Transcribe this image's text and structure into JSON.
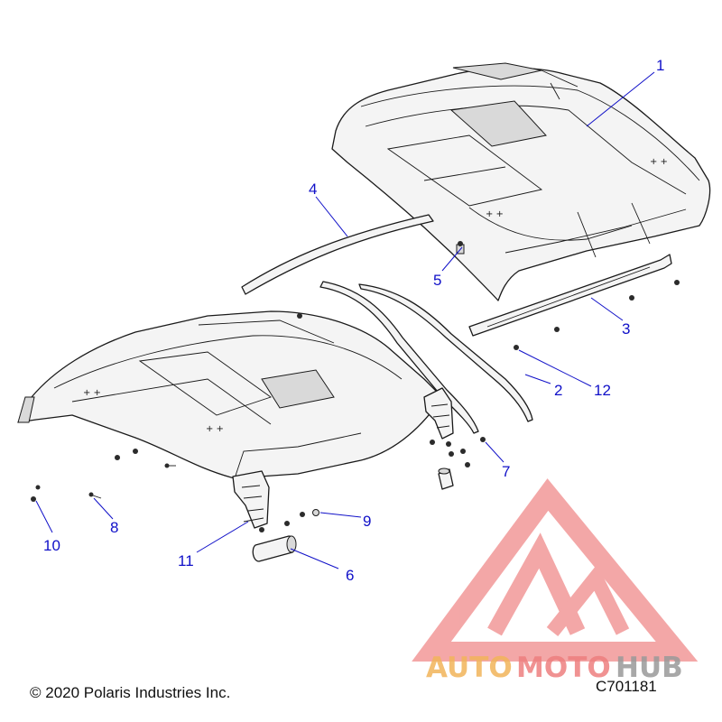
{
  "callouts": [
    {
      "id": "1",
      "label": "1"
    },
    {
      "id": "2",
      "label": "2"
    },
    {
      "id": "3",
      "label": "3"
    },
    {
      "id": "4",
      "label": "4"
    },
    {
      "id": "5",
      "label": "5"
    },
    {
      "id": "6",
      "label": "6"
    },
    {
      "id": "7",
      "label": "7"
    },
    {
      "id": "8",
      "label": "8"
    },
    {
      "id": "9",
      "label": "9"
    },
    {
      "id": "10",
      "label": "10"
    },
    {
      "id": "11",
      "label": "11"
    },
    {
      "id": "12",
      "label": "12"
    }
  ],
  "copyright": "© 2020 Polaris Industries Inc.",
  "diagram_code": "C701181",
  "watermark": {
    "word_auto": "AUTO",
    "word_moto": "MOTO",
    "word_hub": "HUB",
    "colors": {
      "auto": "#f2b45a",
      "moto": "#ee7f7f",
      "hub": "#9a9a9a",
      "logo": "#f08a8a"
    }
  },
  "colors": {
    "callout": "#1010c8",
    "line": "#1a1a1a",
    "part_fill": "#f4f4f4"
  }
}
